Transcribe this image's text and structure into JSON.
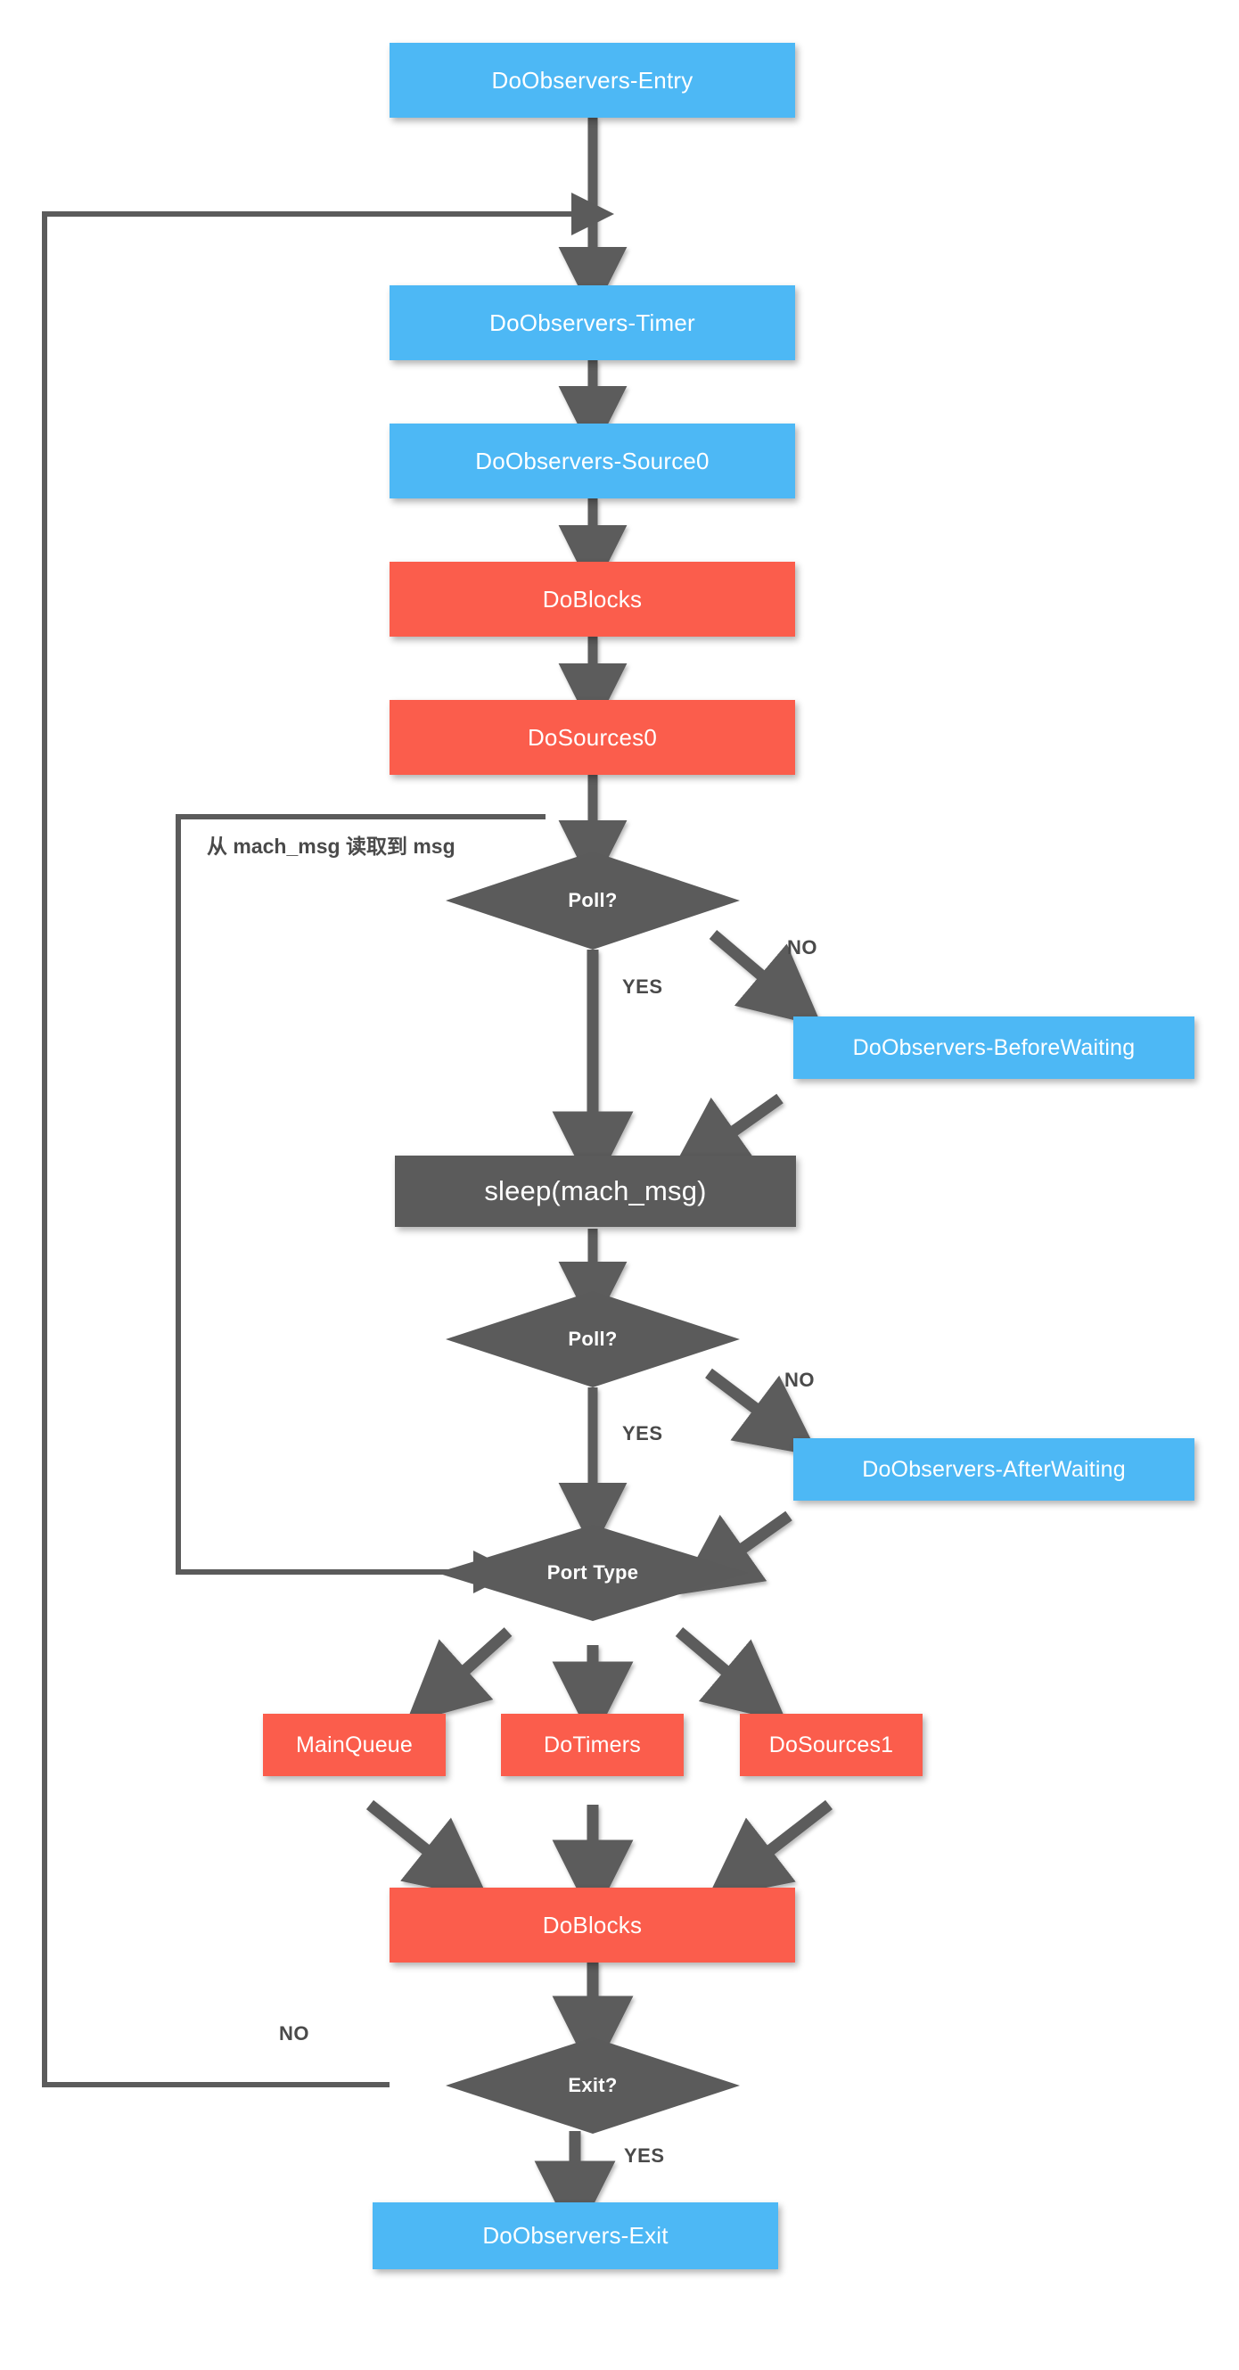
{
  "diagram": {
    "title": "CFRunLoop DoObservers flow",
    "colors": {
      "blue": "#4DB8F5",
      "red": "#FB5D4C",
      "gray": "#5b5b5b",
      "line": "#5b5b5b",
      "background": "#ffffff",
      "label_text": "#4a4a4a"
    },
    "nodes": [
      {
        "id": "do_observers_entry",
        "label": "DoObservers-Entry",
        "shape": "rect",
        "color": "blue"
      },
      {
        "id": "do_observers_timer",
        "label": "DoObservers-Timer",
        "shape": "rect",
        "color": "blue"
      },
      {
        "id": "do_observers_source0",
        "label": "DoObservers-Source0",
        "shape": "rect",
        "color": "blue"
      },
      {
        "id": "do_blocks_1",
        "label": "DoBlocks",
        "shape": "rect",
        "color": "red"
      },
      {
        "id": "do_sources0",
        "label": "DoSources0",
        "shape": "rect",
        "color": "red"
      },
      {
        "id": "poll_1",
        "label": "Poll?",
        "shape": "diamond",
        "color": "gray"
      },
      {
        "id": "do_observers_beforewaiting",
        "label": "DoObservers-BeforeWaiting",
        "shape": "rect",
        "color": "blue"
      },
      {
        "id": "sleep_mach_msg",
        "label": "sleep(mach_msg)",
        "shape": "rect",
        "color": "gray"
      },
      {
        "id": "poll_2",
        "label": "Poll?",
        "shape": "diamond",
        "color": "gray"
      },
      {
        "id": "do_observers_afterwaiting",
        "label": "DoObservers-AfterWaiting",
        "shape": "rect",
        "color": "blue"
      },
      {
        "id": "port_type",
        "label": "Port Type",
        "shape": "diamond",
        "color": "gray"
      },
      {
        "id": "main_queue",
        "label": "MainQueue",
        "shape": "rect",
        "color": "red"
      },
      {
        "id": "do_timers",
        "label": "DoTimers",
        "shape": "rect",
        "color": "red"
      },
      {
        "id": "do_sources1",
        "label": "DoSources1",
        "shape": "rect",
        "color": "red"
      },
      {
        "id": "do_blocks_2",
        "label": "DoBlocks",
        "shape": "rect",
        "color": "red"
      },
      {
        "id": "exit",
        "label": "Exit?",
        "shape": "diamond",
        "color": "gray"
      },
      {
        "id": "do_observers_exit",
        "label": "DoObservers-Exit",
        "shape": "rect",
        "color": "blue"
      }
    ],
    "edge_labels": {
      "poll1_yes": "YES",
      "poll1_no": "NO",
      "poll2_yes": "YES",
      "poll2_no": "NO",
      "exit_yes": "YES",
      "exit_no": "NO"
    },
    "annotations": {
      "mach_msg_note": "从 mach_msg 读取到 msg"
    }
  }
}
